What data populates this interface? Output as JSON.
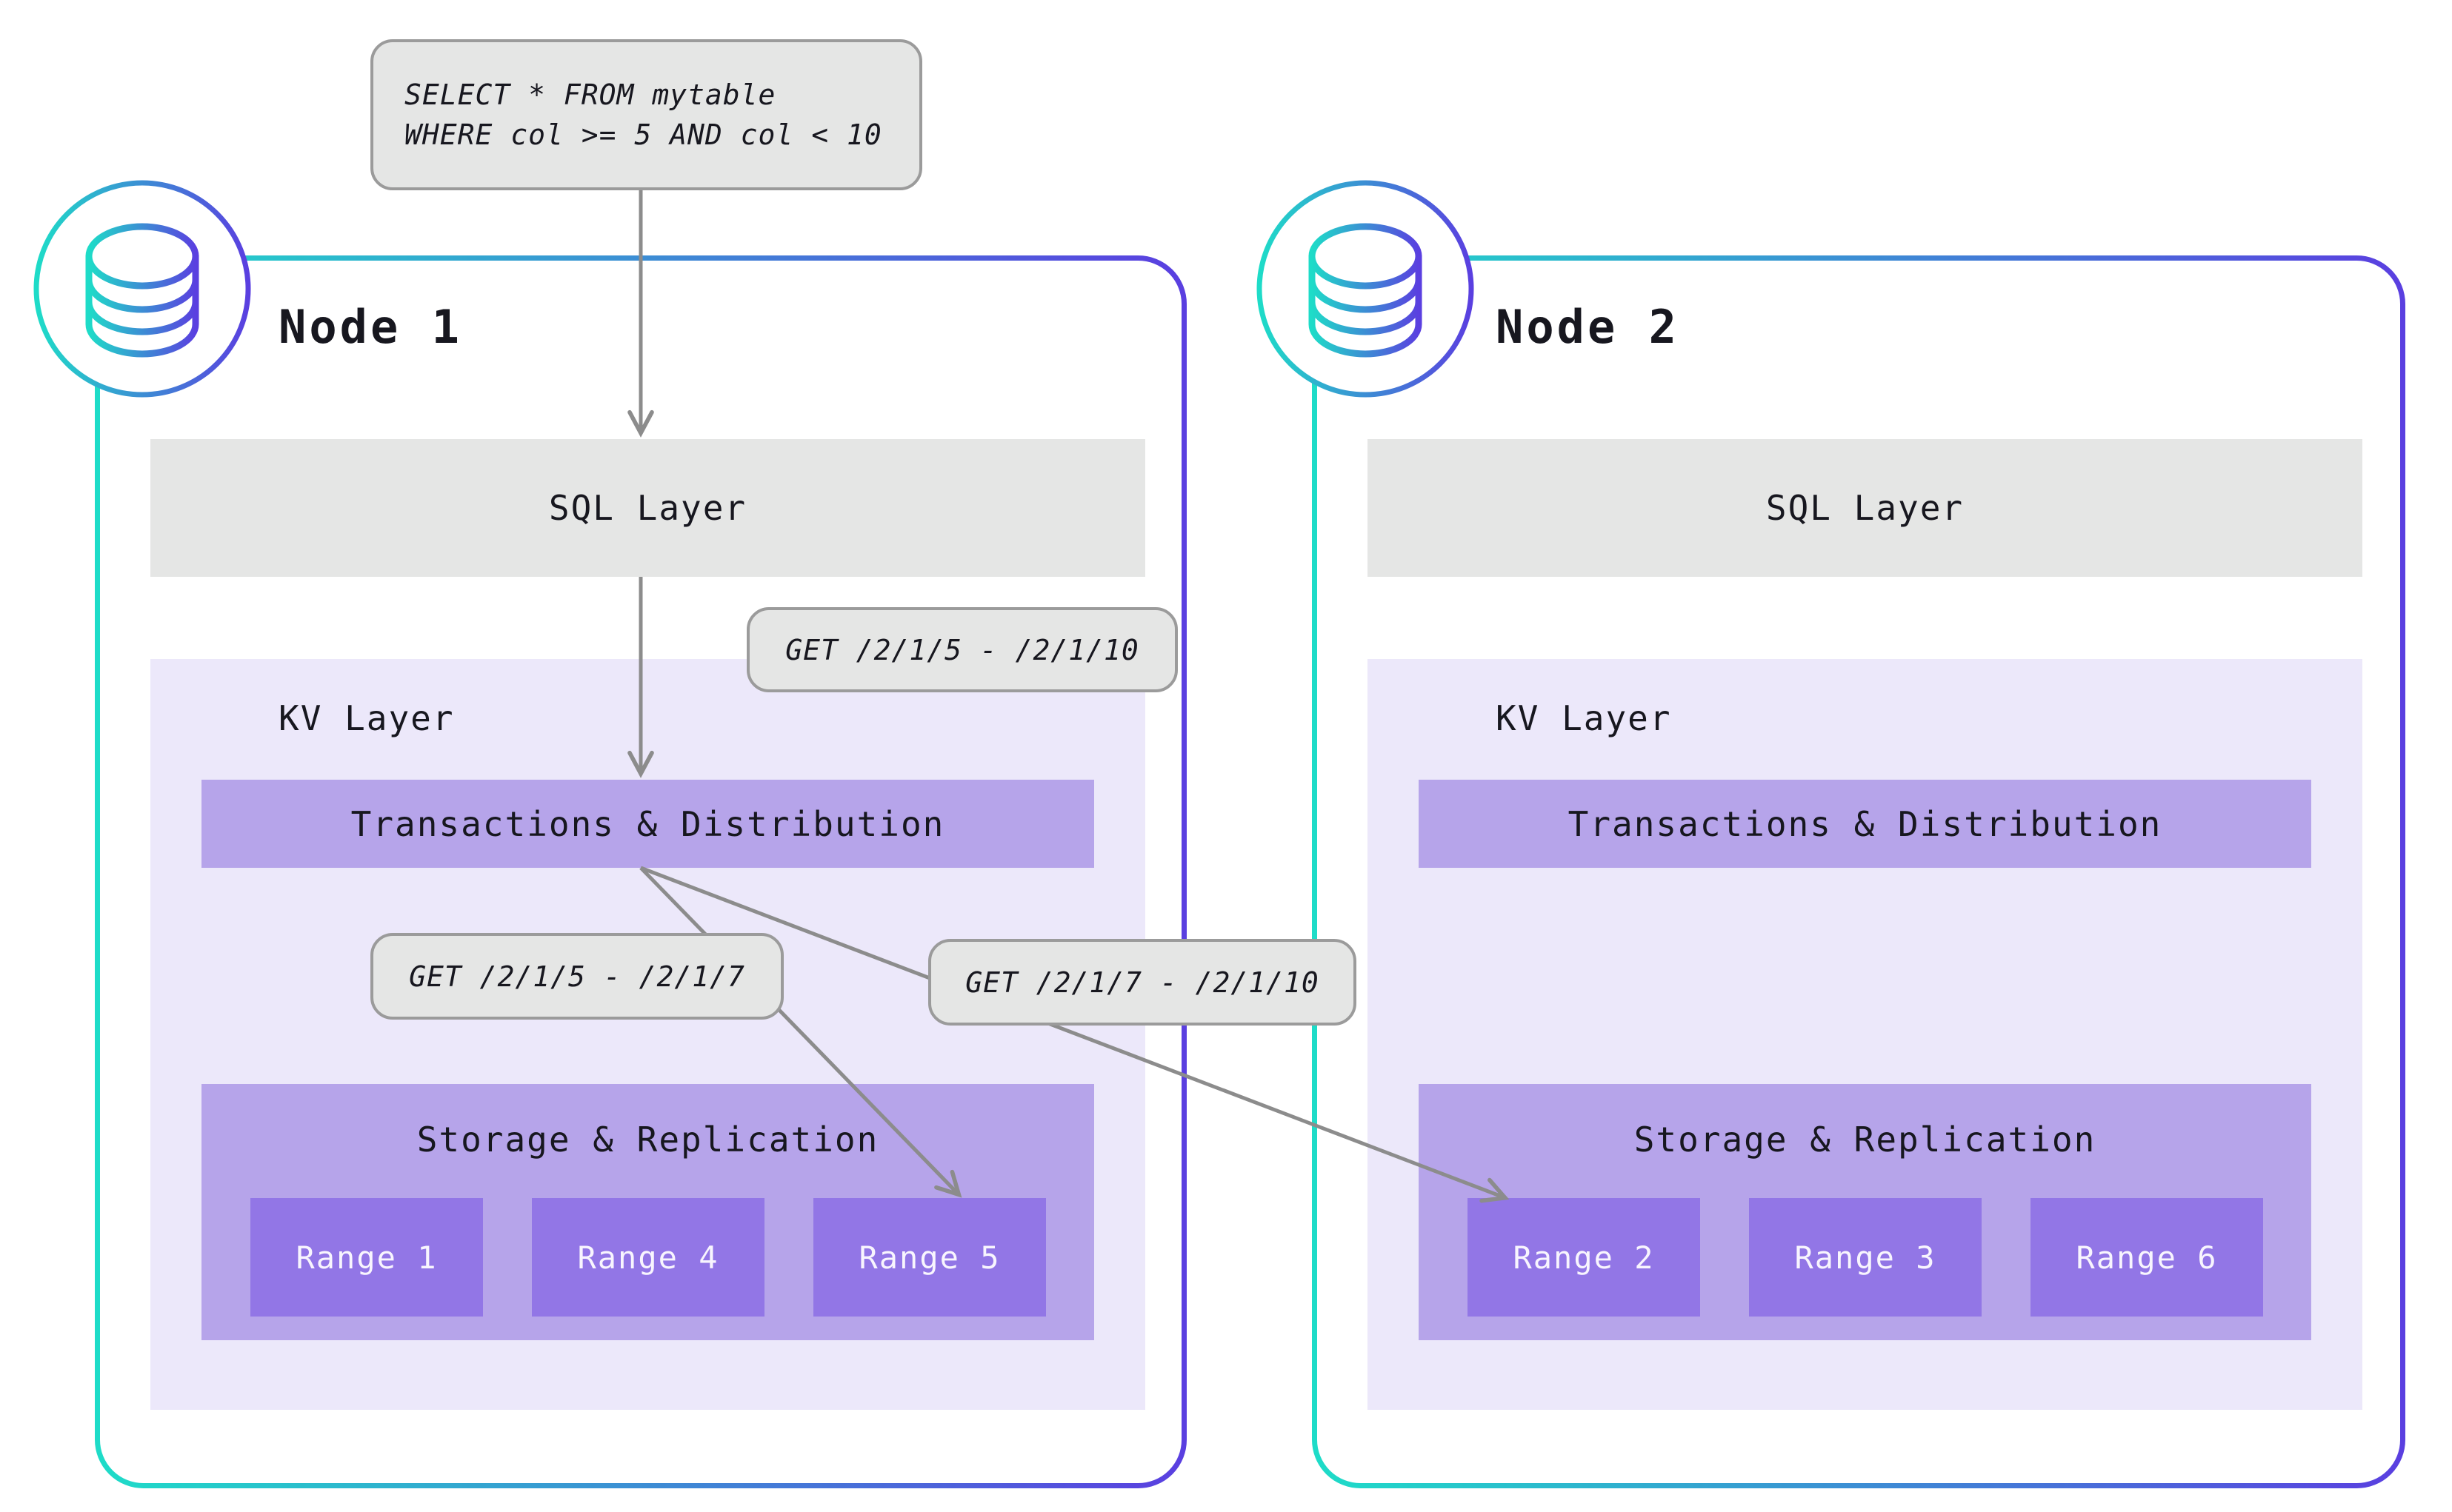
{
  "query_label": {
    "line1": "SELECT * FROM mytable",
    "line2": "WHERE col >= 5 AND col < 10"
  },
  "get_labels": {
    "full_range": "GET /2/1/5 - /2/1/10",
    "left_split": "GET /2/1/5 - /2/1/7",
    "right_split": "GET /2/1/7 - /2/1/10"
  },
  "nodes": [
    {
      "title": "Node 1",
      "sql_layer": "SQL Layer",
      "kv_layer": "KV Layer",
      "transactions": "Transactions & Distribution",
      "storage": "Storage & Replication",
      "ranges": [
        "Range 1",
        "Range 4",
        "Range 5"
      ]
    },
    {
      "title": "Node 2",
      "sql_layer": "SQL Layer",
      "kv_layer": "KV Layer",
      "transactions": "Transactions & Distribution",
      "storage": "Storage & Replication",
      "ranges": [
        "Range 2",
        "Range 3",
        "Range 6"
      ]
    }
  ],
  "icons": [
    "database-icon"
  ],
  "colors": {
    "gray_box": "#e5e6e5",
    "gray_border": "#9b9b9b",
    "kv_bg": "#ece8fa",
    "layer_purple": "#b6a4ea",
    "range_purple": "#9276e6",
    "range_text": "#f8f5fe",
    "text_dark": "#17171f",
    "arrow": "#8c8c8c",
    "node_cyan": "#1edcc8",
    "node_purple": "#5a3fe0"
  }
}
